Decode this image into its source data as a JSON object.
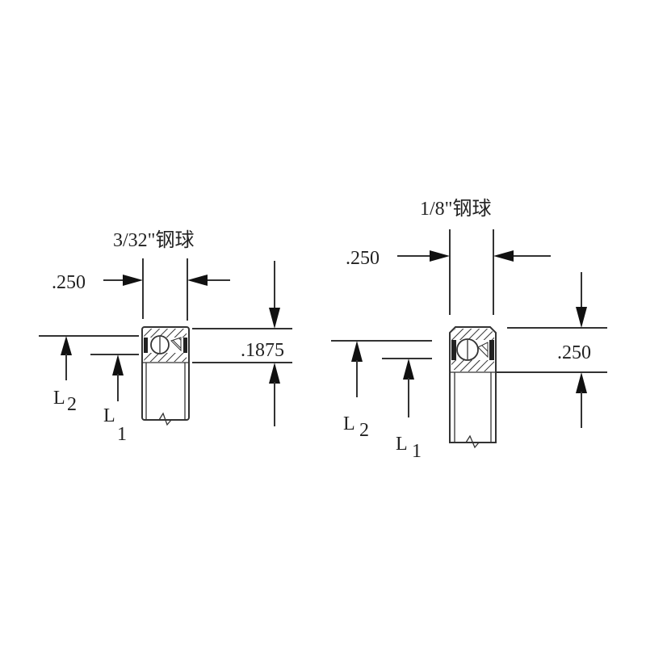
{
  "diagram": {
    "background": "#ffffff",
    "line_color": "#333333",
    "left": {
      "title": "3/32\"钢球",
      "width_dim": ".250",
      "height_dim": ".1875",
      "l2_label": "L",
      "l2_sub": "2",
      "l1_label": "L",
      "l1_sub": "1"
    },
    "right": {
      "title": "1/8\"钢球",
      "width_dim": ".250",
      "height_dim": ".250",
      "l2_label": "L",
      "l2_sub": "2",
      "l1_label": "L",
      "l1_sub": "1"
    }
  }
}
